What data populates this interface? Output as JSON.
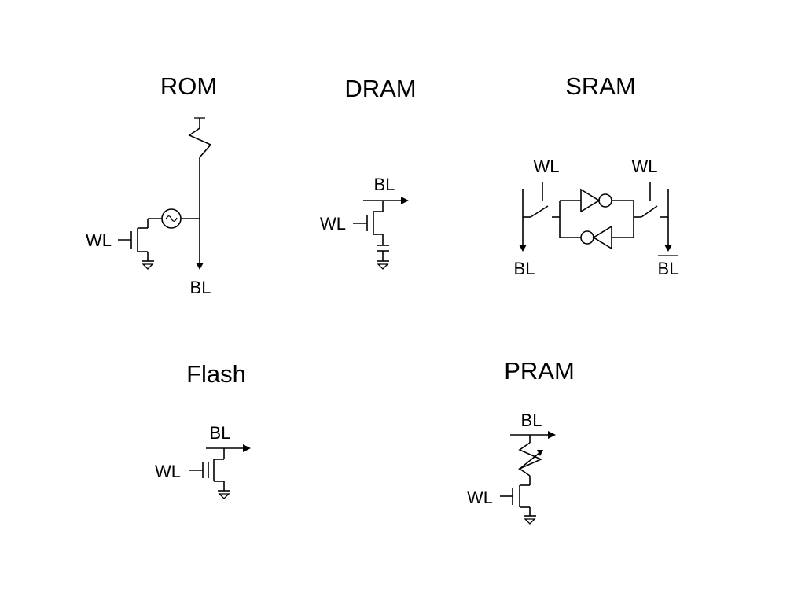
{
  "cells": {
    "rom": {
      "title": "ROM",
      "wl": "WL",
      "bl": "BL"
    },
    "dram": {
      "title": "DRAM",
      "wl": "WL",
      "bl": "BL"
    },
    "sram": {
      "title": "SRAM",
      "wl_left": "WL",
      "wl_right": "WL",
      "bl": "BL",
      "bl_bar": "BL"
    },
    "flash": {
      "title": "Flash",
      "wl": "WL",
      "bl": "BL"
    },
    "pram": {
      "title": "PRAM",
      "wl": "WL",
      "bl": "BL"
    }
  }
}
